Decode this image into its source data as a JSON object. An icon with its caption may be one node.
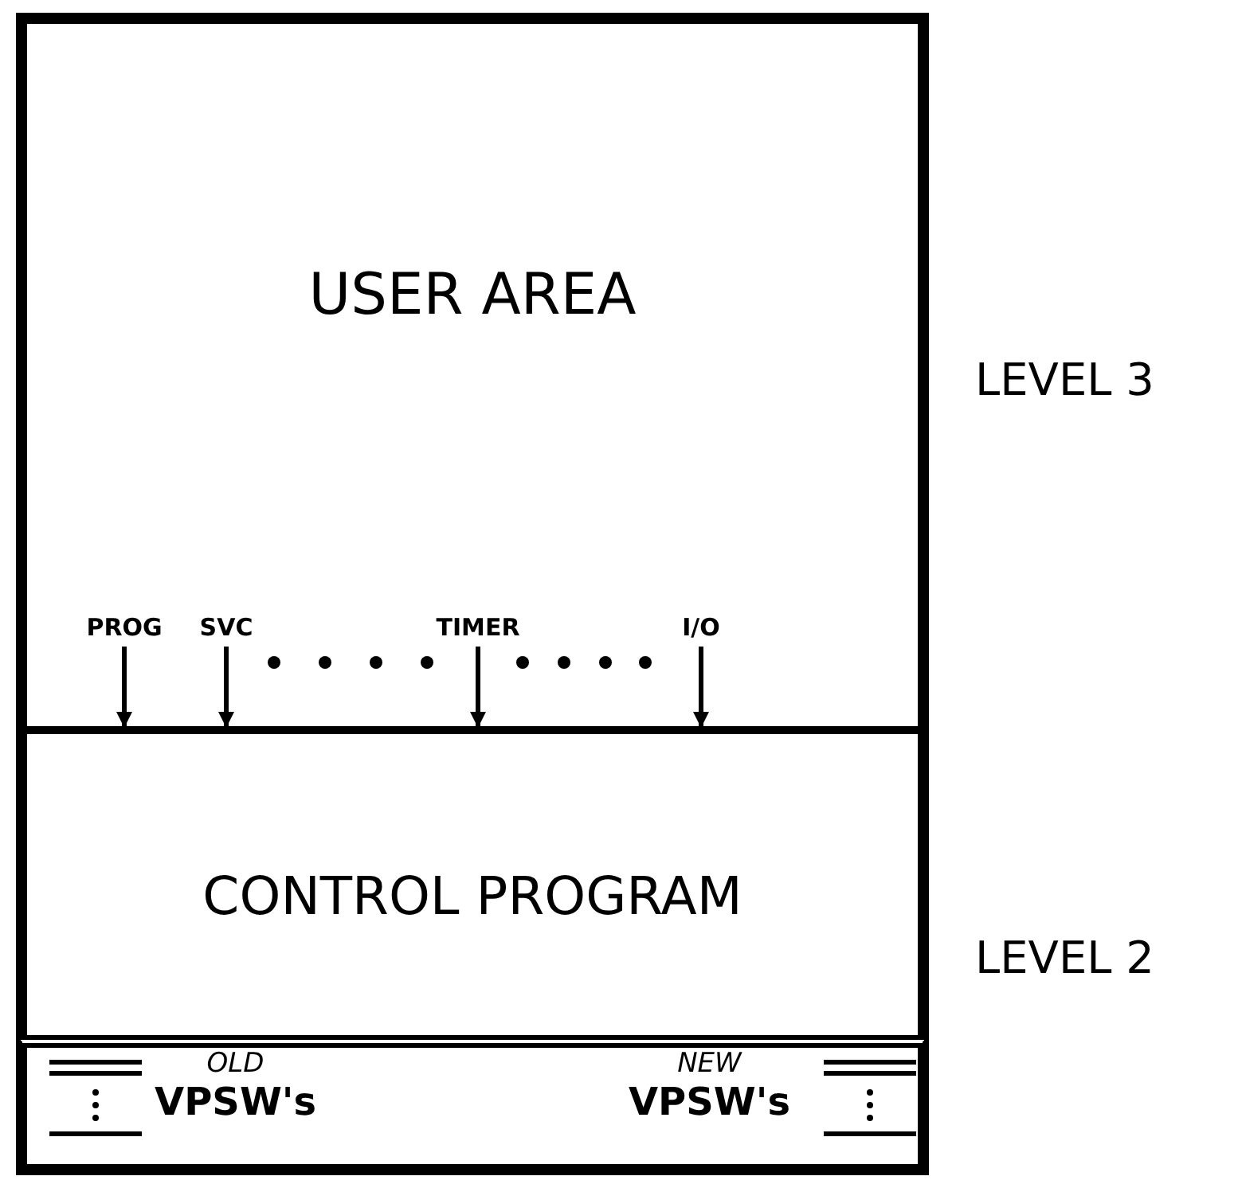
{
  "diagram": {
    "nodes": [
      {
        "text": [
          "USER AREA"
        ],
        "beside": [
          "LEVEL 3"
        ]
      },
      {
        "text": [
          "PROG"
        ],
        "in": 0
      },
      {
        "text": [
          "SVC"
        ],
        "in": 0
      },
      {
        "text": [
          "TIMER"
        ],
        "in": 0
      },
      {
        "text": [
          "I/O"
        ],
        "in": 0
      },
      {
        "text": [
          "CONTROL PROGRAM"
        ],
        "beside": [
          "LEVEL 2"
        ]
      },
      {
        "text": [
          "*OLD* VPSW's",
          "*NEW* VPSW's"
        ]
      }
    ],
    "edges": [
      {
        "from": 1,
        "to": 5,
        "arrow": "to"
      },
      {
        "from": 2,
        "to": 5,
        "arrow": "to"
      },
      {
        "from": 3,
        "to": 5,
        "arrow": "to"
      },
      {
        "from": 4,
        "to": 5,
        "arrow": "to"
      }
    ]
  }
}
